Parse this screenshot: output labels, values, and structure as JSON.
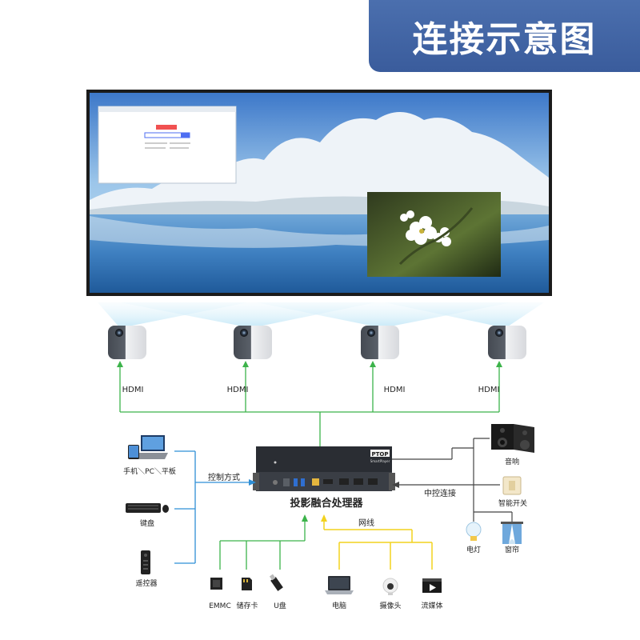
{
  "title": "连接示意图",
  "hdmi_label": "HDMI",
  "processor": {
    "name": "投影融合处理器",
    "brand": "PTOP",
    "model": "SmartPlayer"
  },
  "left": {
    "control_label": "控制方式",
    "devices": [
      {
        "label": "手机＼PC＼平板",
        "icon": "devices-icon"
      },
      {
        "label": "键盘",
        "icon": "keyboard-icon"
      },
      {
        "label": "遥控器",
        "icon": "remote-icon"
      }
    ]
  },
  "right": {
    "control_label": "中控连接",
    "devices": [
      {
        "label": "音响",
        "icon": "speaker-icon"
      },
      {
        "label": "智能开关",
        "icon": "switch-icon"
      },
      {
        "label": "电灯",
        "icon": "bulb-icon"
      },
      {
        "label": "窗帘",
        "icon": "curtain-icon"
      }
    ]
  },
  "storage": {
    "devices": [
      {
        "label": "EMMC",
        "icon": "emmc-icon"
      },
      {
        "label": "储存卡",
        "icon": "sd-card-icon"
      },
      {
        "label": "U盘",
        "icon": "usb-drive-icon"
      }
    ]
  },
  "network": {
    "label": "网线",
    "devices": [
      {
        "label": "电脑",
        "icon": "laptop-icon"
      },
      {
        "label": "摄像头",
        "icon": "camera-icon"
      },
      {
        "label": "流媒体",
        "icon": "media-icon"
      }
    ]
  },
  "colors": {
    "banner": "#3f62a2",
    "hdmi_line": "#3cb34a",
    "network_line": "#f2d21e",
    "control_line": "#2f8fd6",
    "dark_line": "#444444"
  }
}
